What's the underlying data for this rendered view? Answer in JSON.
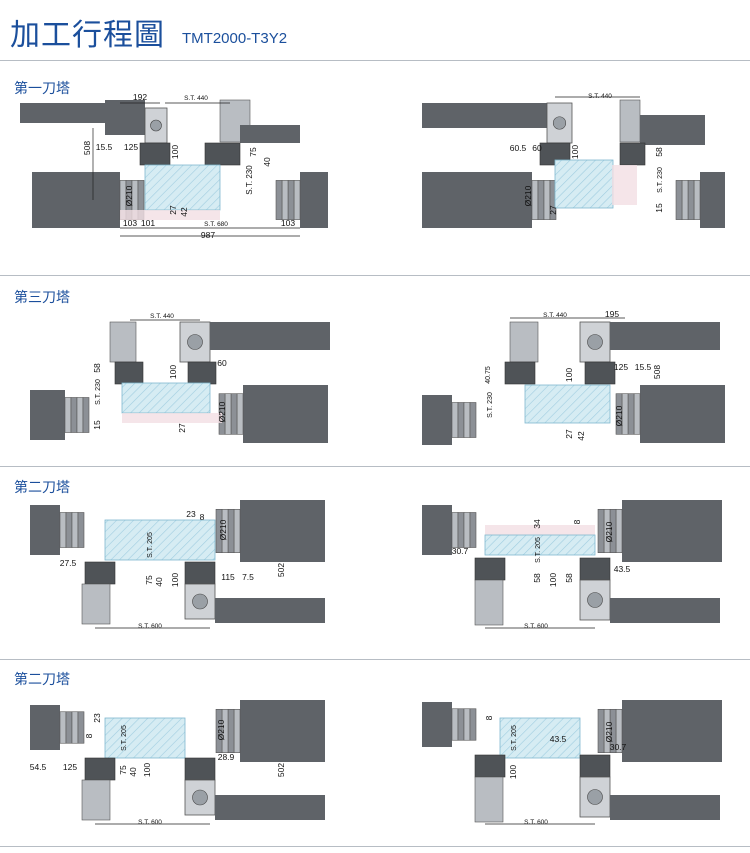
{
  "header": {
    "title": "加工行程圖",
    "model": "TMT2000-T3Y2"
  },
  "sections": [
    "第一刀塔",
    "第三刀塔",
    "第二刀塔",
    "第二刀塔"
  ],
  "colors": {
    "accent": "#1b4f9c",
    "machine": "#5f6368",
    "spindle": "#b9bdc2",
    "workzone": "#d6ecf3",
    "workzone_pink": "#f3dfe3",
    "dim_line": "#222222",
    "tool": "#d99a3c"
  },
  "diagrams": [
    {
      "id": "s1-left",
      "labels": [
        "192",
        "S.T. 440",
        "508",
        "15.5",
        "125",
        "100",
        "75",
        "40",
        "S.T. 230",
        "Ø210",
        "27",
        "42",
        "103",
        "101",
        "S.T. 680",
        "103",
        "987"
      ]
    },
    {
      "id": "s1-right",
      "labels": [
        "S.T. 440",
        "60.5",
        "60",
        "100",
        "58",
        "S.T. 230",
        "Ø210",
        "27",
        "15"
      ]
    },
    {
      "id": "s3-left",
      "labels": [
        "S.T. 440",
        "58",
        "100",
        "60",
        "S.T. 230",
        "15",
        "Ø210",
        "27"
      ]
    },
    {
      "id": "s3-right",
      "labels": [
        "S.T. 440",
        "195",
        "40.75",
        "100",
        "125",
        "15.5",
        "508",
        "S.T. 230",
        "Ø210",
        "27",
        "42"
      ]
    },
    {
      "id": "s2-left",
      "labels": [
        "23",
        "8",
        "Ø210",
        "S.T. 205",
        "27.5",
        "75",
        "40",
        "100",
        "115",
        "7.5",
        "502",
        "S.T. 600"
      ]
    },
    {
      "id": "s2-right",
      "labels": [
        "34",
        "8",
        "Ø210",
        "30.7",
        "S.T. 205",
        "58",
        "100",
        "58",
        "43.5",
        "S.T. 600"
      ]
    },
    {
      "id": "s4-left",
      "labels": [
        "23",
        "8",
        "S.T. 205",
        "Ø210",
        "54.5",
        "125",
        "75",
        "40",
        "100",
        "28.9",
        "502",
        "S.T. 600"
      ]
    },
    {
      "id": "s4-right",
      "labels": [
        "8",
        "S.T. 205",
        "Ø210",
        "43.5",
        "30.7",
        "100",
        "S.T. 600"
      ]
    }
  ]
}
